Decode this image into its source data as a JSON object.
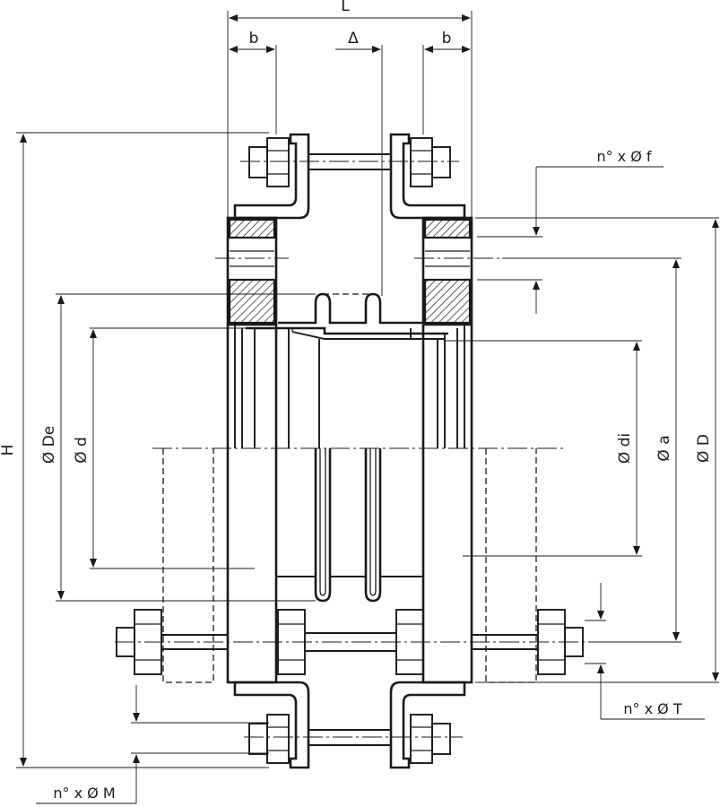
{
  "labels": {
    "L": "L",
    "b_left": "b",
    "b_right": "b",
    "delta": "Δ",
    "H": "H",
    "De": "Ø De",
    "d": "Ø d",
    "di": "Ø di",
    "a": "Ø a",
    "D": "Ø D",
    "f_holes": "n° x Ø f",
    "T_bolts": "n° x Ø T",
    "M_bolts": "n° x Ø M"
  }
}
